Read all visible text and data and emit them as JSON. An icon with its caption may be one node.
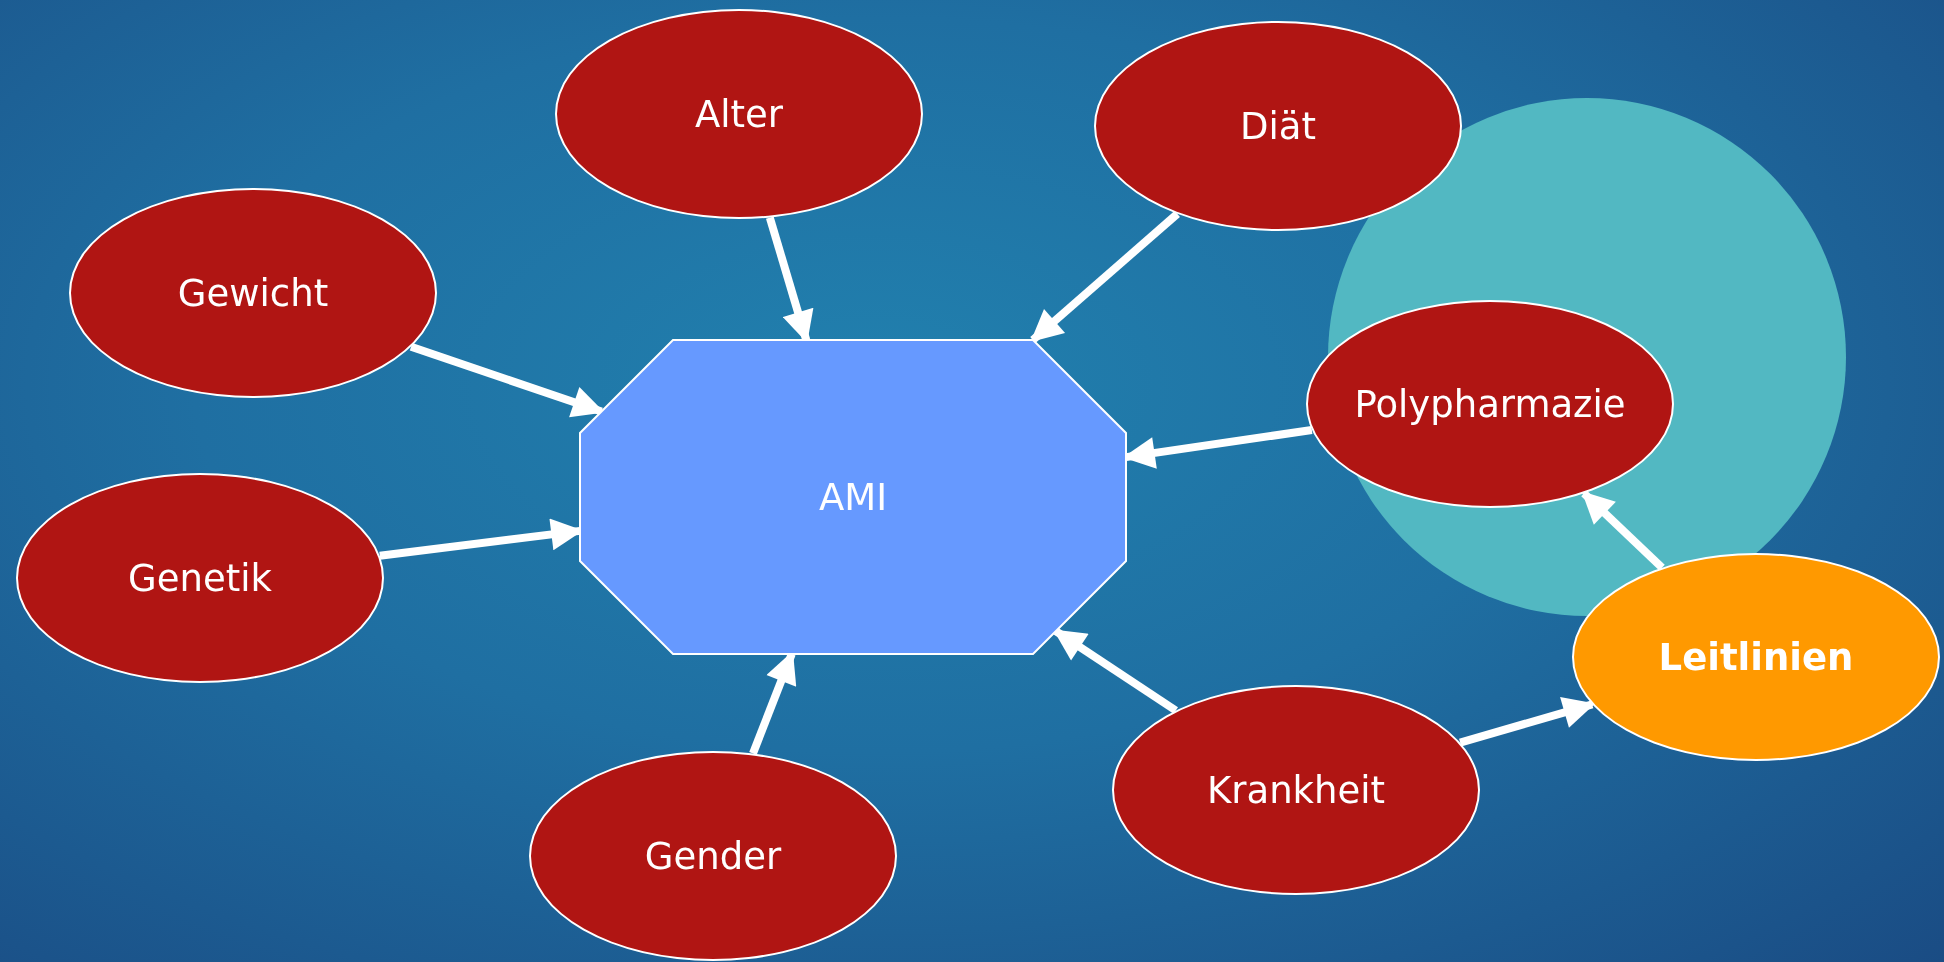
{
  "diagram": {
    "nodes": [
      {
        "text": [
          "Alter"
        ]
      },
      {
        "text": [
          "Diät"
        ]
      },
      {
        "text": [
          "Gewicht"
        ]
      },
      {
        "text": [
          "Polypharmazie"
        ]
      },
      {
        "text": [
          "AMI"
        ]
      },
      {
        "text": [
          "Genetik"
        ]
      },
      {
        "text": [
          "Leitlinien"
        ]
      },
      {
        "text": [
          "Krankheit"
        ]
      },
      {
        "text": [
          "Gender"
        ]
      }
    ],
    "edges": [
      {
        "from": 0,
        "to": 4,
        "arrow": "to"
      },
      {
        "from": 1,
        "to": 4,
        "arrow": "to"
      },
      {
        "from": 2,
        "to": 4,
        "arrow": "to"
      },
      {
        "from": 3,
        "to": 4,
        "arrow": "to"
      },
      {
        "from": 5,
        "to": 4,
        "arrow": "to"
      },
      {
        "from": 7,
        "to": 4,
        "arrow": "to"
      },
      {
        "from": 8,
        "to": 4,
        "arrow": "to"
      },
      {
        "from": 6,
        "to": 3,
        "arrow": "to"
      },
      {
        "from": 7,
        "to": 6,
        "arrow": "to"
      }
    ]
  }
}
